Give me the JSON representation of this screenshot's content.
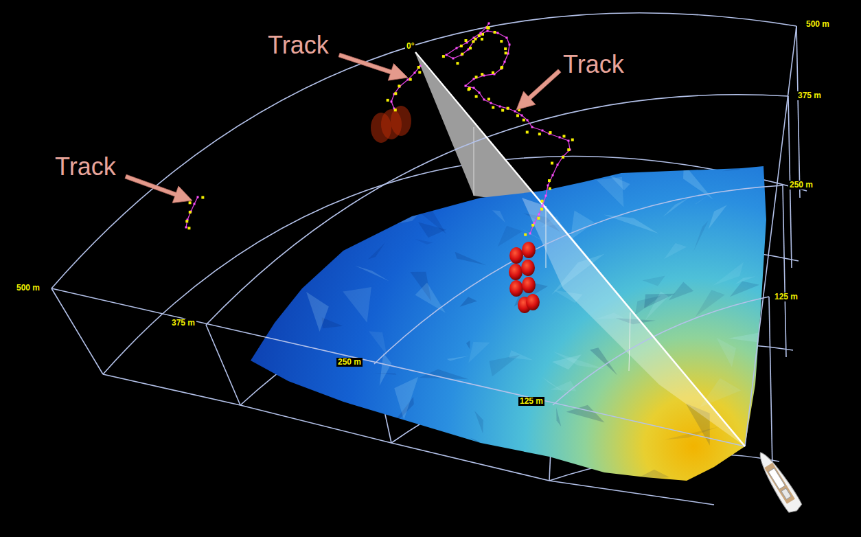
{
  "diagram": {
    "labels": [
      "Track",
      "0°",
      "500 m",
      "Track",
      "375 m",
      "Track",
      "250 m",
      "500 m",
      "125 m",
      "375 m",
      "250 m",
      "125 m"
    ]
  }
}
